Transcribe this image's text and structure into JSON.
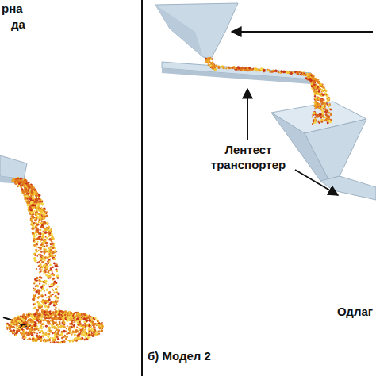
{
  "diagram": {
    "labels": [
      "рна",
      "да",
      "Лентест транспортер",
      "Одлаг",
      "б) Модел 2"
    ]
  }
}
